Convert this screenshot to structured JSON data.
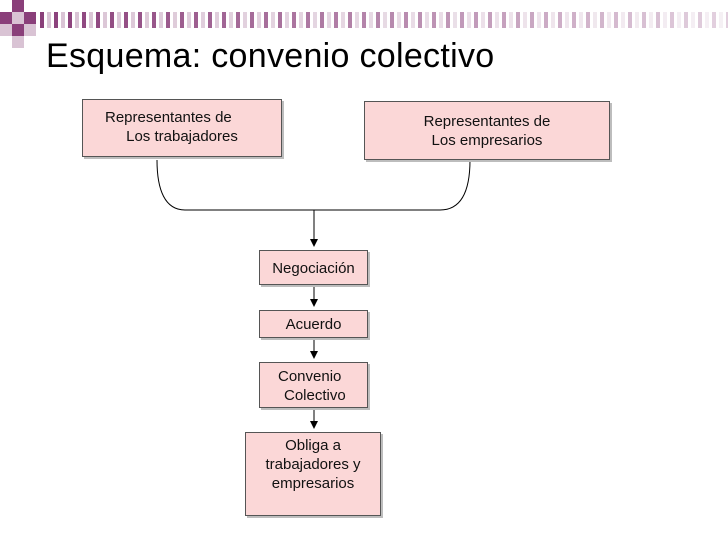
{
  "slide": {
    "title": "Esquema: convenio colectivo"
  },
  "boxes": {
    "workers": {
      "line1": "Representantes de",
      "line2": "Los trabajadores"
    },
    "employers": {
      "line1": "Representantes de",
      "line2": "Los empresarios"
    },
    "negotiation": {
      "label": "Negociación"
    },
    "agreement": {
      "label": "Acuerdo"
    },
    "convention": {
      "line1": "Convenio",
      "line2": "Colectivo"
    },
    "obligation": {
      "line1": "Obliga a",
      "line2": "trabajadores y",
      "line3": "empresarios"
    }
  },
  "colors": {
    "box_fill": "#fbd7d7",
    "decoration_purple": "#8a3f7a",
    "decoration_light": "#d9c3d4"
  }
}
